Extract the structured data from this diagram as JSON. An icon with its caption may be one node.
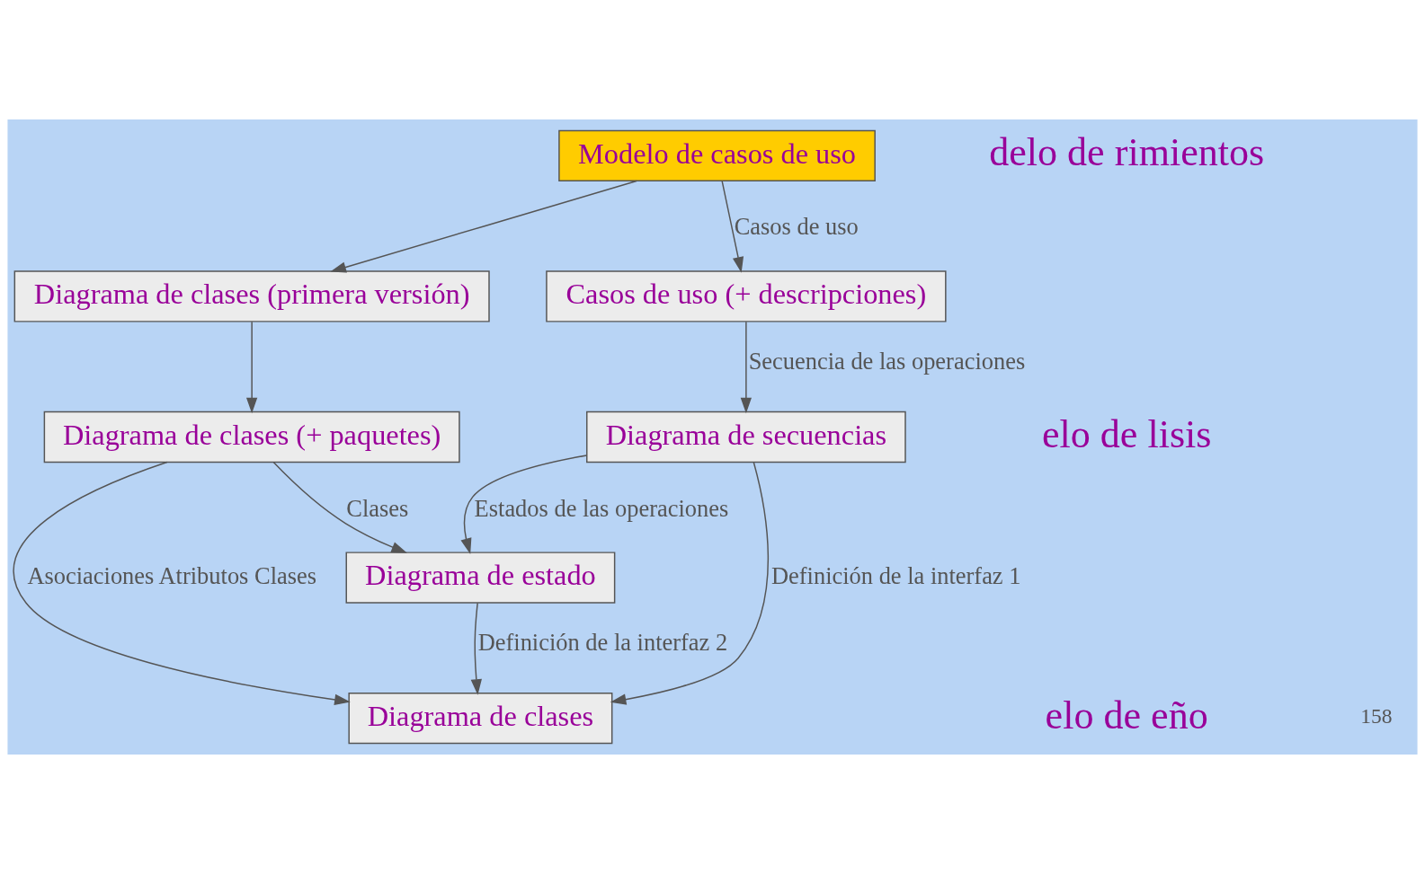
{
  "diagram": {
    "nodes": [
      {
        "text": [
          "Modelo de casos de uso"
        ]
      },
      {
        "text": [
          "Diagrama de clases (primera versión)"
        ]
      },
      {
        "text": [
          "Casos de uso (+ descripciones)"
        ]
      },
      {
        "text": [
          "Diagrama de clases (+ paquetes)"
        ]
      },
      {
        "text": [
          "Diagrama de secuencias"
        ]
      },
      {
        "text": [
          "Diagrama de estado"
        ]
      },
      {
        "text": [
          "Diagrama de clases"
        ]
      }
    ],
    "edges": [
      {
        "from": 0,
        "to": 1,
        "arrow": "to"
      },
      {
        "from": 0,
        "to": 2,
        "arrow": "to",
        "label": "Casos de uso"
      },
      {
        "from": 1,
        "to": 3,
        "arrow": "to"
      },
      {
        "from": 2,
        "to": 4,
        "arrow": "to",
        "label": "Secuencia de las operaciones"
      },
      {
        "from": 3,
        "to": 6,
        "arrow": "to",
        "label": "Asociaciones Atributos Clases"
      },
      {
        "from": 3,
        "to": 5,
        "arrow": "to",
        "label": "Clases"
      },
      {
        "from": 4,
        "to": 5,
        "arrow": "to",
        "label": "Estados de las operaciones"
      },
      {
        "from": 5,
        "to": 6,
        "arrow": "to",
        "label": "Definición de la interfaz 2"
      },
      {
        "from": 4,
        "to": 6,
        "arrow": "to",
        "label": "Definición de la interfaz 1"
      }
    ],
    "labels": [
      "delo de rimientos",
      "elo de lisis",
      "elo de eño",
      "158"
    ]
  }
}
